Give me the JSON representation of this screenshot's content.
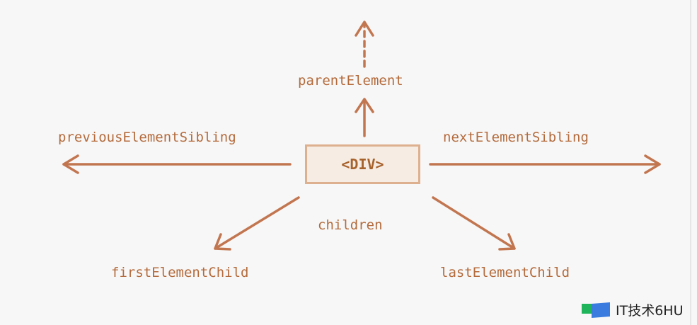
{
  "center": {
    "label": "<DIV>"
  },
  "labels": {
    "parent": "parentElement",
    "previous": "previousElementSibling",
    "next": "nextElementSibling",
    "children": "children",
    "first": "firstElementChild",
    "last": "lastElementChild"
  },
  "watermark": {
    "text": "IT技术6HU"
  },
  "colors": {
    "arrow": "#c27650",
    "text": "#b46b3c",
    "box_fill": "#f6ece4",
    "box_border": "#ddb08f"
  }
}
